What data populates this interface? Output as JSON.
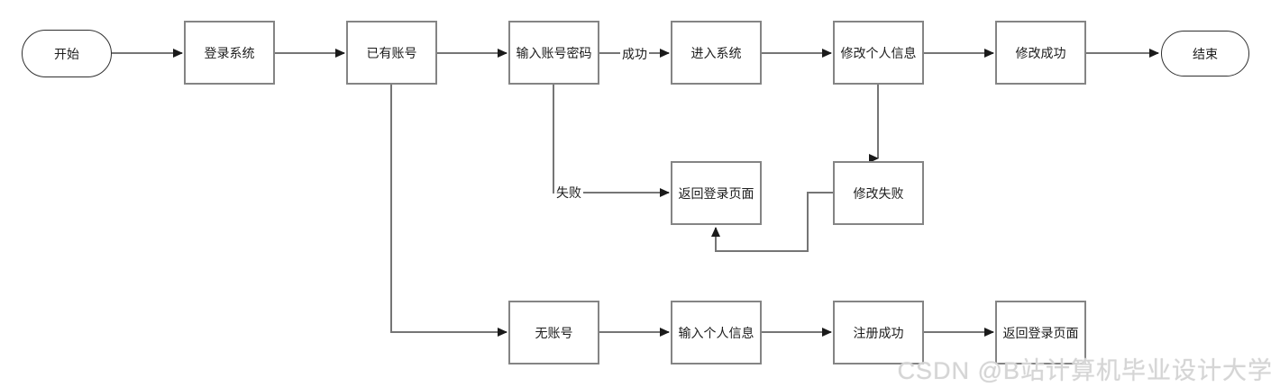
{
  "flowchart": {
    "nodes": {
      "start": "开始",
      "login_system": "登录系统",
      "has_account": "已有账号",
      "enter_credentials": "输入账号密码",
      "enter_system": "进入系统",
      "edit_profile": "修改个人信息",
      "edit_success": "修改成功",
      "end": "结束",
      "back_to_login_1": "返回登录页面",
      "edit_fail": "修改失败",
      "no_account": "无账号",
      "enter_personal_info": "输入个人信息",
      "register_success": "注册成功",
      "back_to_login_2": "返回登录页面"
    },
    "edge_labels": {
      "success": "成功",
      "fail": "失败"
    },
    "colors": {
      "box_border": "#848484",
      "terminal_border": "#2f2f2f",
      "connector_line": "#757575",
      "arrowhead": "#1a1a1a",
      "text": "#1c1c1c",
      "watermark": "#d5d5d5"
    }
  },
  "watermark": {
    "text": "CSDN @B站计算机毕业设计大学"
  }
}
